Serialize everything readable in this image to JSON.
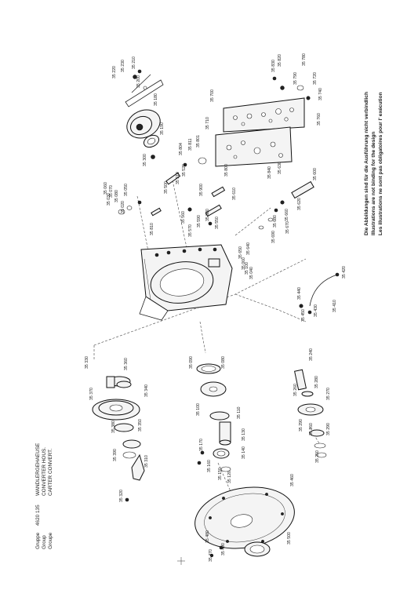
{
  "header": {
    "row1": [
      "Gruppe",
      "4620 135",
      "WANDLERGEHAEUSE"
    ],
    "row2": [
      "Group",
      "CONVERTER HOUS."
    ],
    "row3": [
      "Groupe",
      "CARTER CONVERT."
    ]
  },
  "disclaimer": [
    "Die Abbildungen sind für die Ausführung nicht verbindlich",
    "Illustrations are not binding for the design",
    "Les illustrations ne sont pas obligatoires pour l' exécution"
  ],
  "part_numbers": [
    "35 220",
    "35 230",
    "35 210",
    "35 200",
    "35 180",
    "35 190",
    "35 300",
    "35 804",
    "35 811",
    "35 801",
    "35 510",
    "35 520",
    "35 030",
    "35 060",
    "35 070",
    "35 080",
    "35 050",
    "35 020",
    "35 500",
    "35 800",
    "35 900",
    "35 610",
    "35 810",
    "35 560",
    "35 590",
    "35 580",
    "35 570",
    "35 550",
    "35 700",
    "35 710",
    "35 820",
    "35 830",
    "35 790",
    "35 780",
    "35 720",
    "35 740",
    "35 760",
    "35 840",
    "35 630",
    "35 600",
    "35 620",
    "35 660",
    "35 680",
    "35 690",
    "35 670",
    "35 650",
    "35 640",
    "35 100",
    "35 060",
    "35 040",
    "35 420",
    "35 440",
    "35 450",
    "35 430",
    "35 410",
    "35 330",
    "35 360",
    "35 370",
    "35 340",
    "35 380",
    "35 350",
    "35 390",
    "35 310",
    "35 320",
    "35 090",
    "35 080",
    "35 100",
    "35 110",
    "35 130",
    "35 170",
    "35 160",
    "35 140",
    "35 150",
    "35 120",
    "35 240",
    "35 260",
    "35 280",
    "35 270",
    "35 290",
    "35 260",
    "35 290",
    "35 250",
    "35 460",
    "35 480",
    "35 470",
    "35 490",
    "35 500"
  ]
}
